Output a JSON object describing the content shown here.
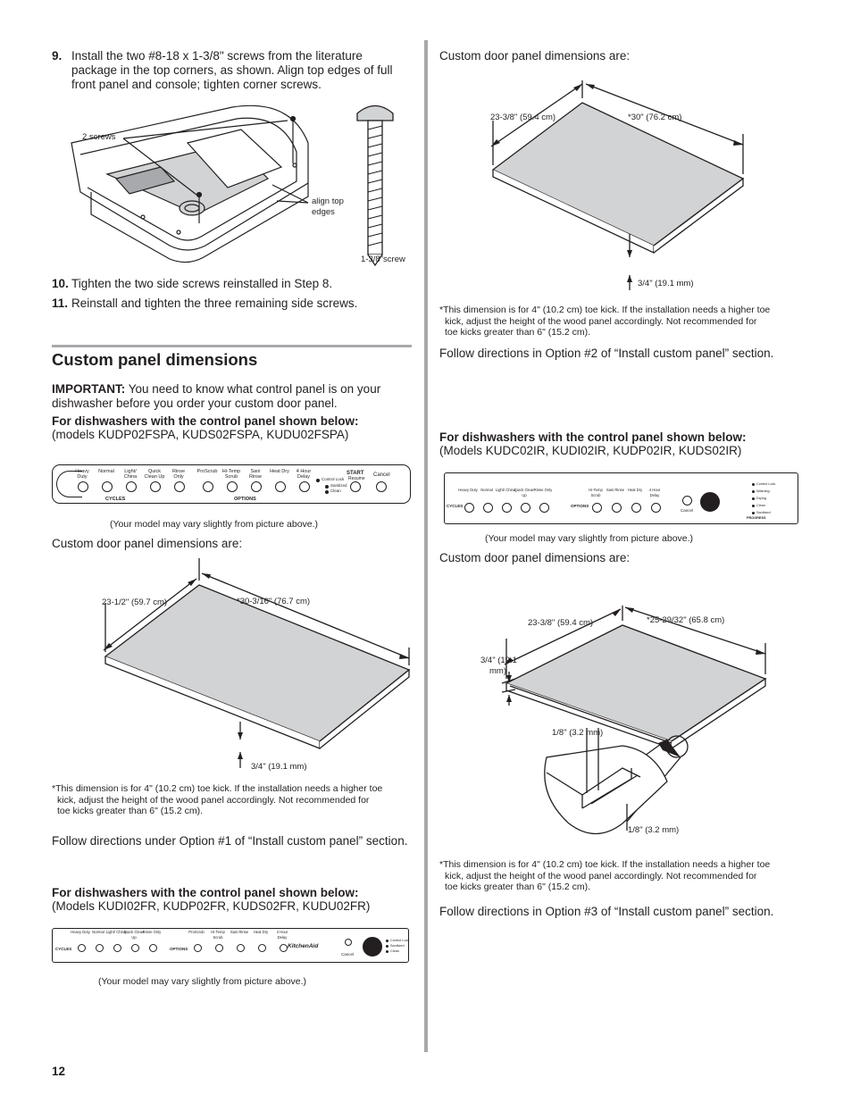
{
  "step9": {
    "num": "9.",
    "text": "Install the two #8-18 x 1-3/8\" screws from the literature package in the top corners, as shown. Align top edges of full front panel and console; tighten corner screws.",
    "labels": {
      "screws": "2 screws",
      "align": "align top",
      "align2": "edges",
      "screw": "1-3/8\"screw"
    }
  },
  "step10": {
    "num": "10.",
    "text": "Tighten the two side screws reinstalled in Step 8."
  },
  "step11": {
    "num": "11.",
    "text": "Reinstall and tighten the three remaining side screws."
  },
  "section_title": "Custom panel dimensions",
  "important": {
    "label": "IMPORTANT:",
    "text": " You need to know what control panel is on your dishwasher before you order your custom door panel."
  },
  "panelA": {
    "heading": "For dishwashers with the control panel shown below:",
    "models": "(models KUDP02FSPA, KUDS02FSPA, KUDU02FSPA)",
    "cycles": [
      "Heavy Duty",
      "Normal",
      "Light/ China",
      "Quick Clean Up",
      "Rinse Only"
    ],
    "options": [
      "ProScrub",
      "Hi-Temp Scrub",
      "Sani Rinse",
      "Heat Dry",
      "4 Hour Delay"
    ],
    "cycles_label": "CYCLES",
    "options_label": "OPTIONS",
    "status": [
      "Control Lock",
      "Sanitized",
      "Clean"
    ],
    "start": "START",
    "resume": "Resume",
    "cancel": "Cancel",
    "caption": "(Your model may vary slightly from picture above.)",
    "dims_intro": "Custom door panel dimensions are:",
    "width": "23-1/2\" (59.7 cm)",
    "height": "*30-3/16\" (76.7 cm)",
    "thickness": "3/4\" (19.1 mm)",
    "note1": "*This dimension is for 4\" (10.2 cm) toe kick. If the installation needs a higher toe",
    "note2": "kick, adjust the height of the wood panel accordingly. Not recommended for",
    "note3": "toe kicks greater than 6\" (15.2 cm).",
    "follow": "Follow directions under Option #1 of “Install custom panel” section."
  },
  "panelB": {
    "heading": "For dishwashers with the control panel shown below:",
    "models": "(Models KUDI02FR, KUDP02FR, KUDS02FR, KUDU02FR)",
    "cycles": [
      "Heavy Duty",
      "Normal",
      "Light/ China",
      "Quick Clean Up",
      "Rinse Only"
    ],
    "options": [
      "ProScrub",
      "Hi-Temp Scrub",
      "Sani Rinse",
      "Heat Dry",
      "4 Hour Delay"
    ],
    "cycles_label": "CYCLES",
    "options_label": "OPTIONS",
    "brand": "KitchenAid",
    "cancel": "Cancel",
    "status": [
      "Control Lock",
      "Sanitized",
      "Clean"
    ],
    "caption": "(Your model may vary slightly from picture above.)"
  },
  "panelC": {
    "dims_intro": "Custom door panel dimensions are:",
    "width": "23-3/8\" (59.4 cm)",
    "height": "*30\" (76.2 cm)",
    "thickness": "3/4\" (19.1 mm)",
    "note1": "*This dimension is for 4\" (10.2 cm) toe kick. If the installation needs a higher toe",
    "note2": "kick, adjust the height of the wood panel accordingly. Not recommended for",
    "note3": "toe kicks greater than 6\" (15.2 cm).",
    "follow": "Follow directions in Option #2 of “Install custom panel” section."
  },
  "panelD": {
    "heading": "For dishwashers with the control panel shown below:",
    "models": "(Models KUDC02IR, KUDI02IR, KUDP02IR, KUDS02IR)",
    "cycles": [
      "Heavy Duty",
      "Normal",
      "Light/ China",
      "Quick Clean Up",
      "Rinse Only"
    ],
    "options": [
      "Hi-Temp Scrub",
      "Sani Rinse",
      "Heat Dry",
      "4 Hour Delay"
    ],
    "cycles_label": "CYCLES",
    "options_label": "OPTIONS",
    "cancel": "Cancel",
    "status": [
      "Control Lock",
      "Washing",
      "Drying",
      "Clean",
      "Sanitized"
    ],
    "progress": "PROGRESS",
    "caption": "(Your model may vary slightly from picture above.)",
    "dims_intro": "Custom door panel dimensions are:",
    "width": "23-3/8\" (59.4 cm)",
    "height": "*25-29/32\" (65.8 cm)",
    "thickness_a": "3/4\" (19.1",
    "thickness_b": "mm)",
    "inset_top": "1/8\" (3.2 mm)",
    "inset_bottom": "1/8\" (3.2 mm)",
    "note1": "*This dimension is for 4\" (10.2 cm) toe kick. If the installation needs a higher toe",
    "note2": "kick, adjust the height of the wood panel accordingly. Not recommended for",
    "note3": "toe kicks greater than 6\" (15.2 cm).",
    "follow": "Follow directions in Option #3 of “Install custom panel” section."
  },
  "page_number": "12"
}
